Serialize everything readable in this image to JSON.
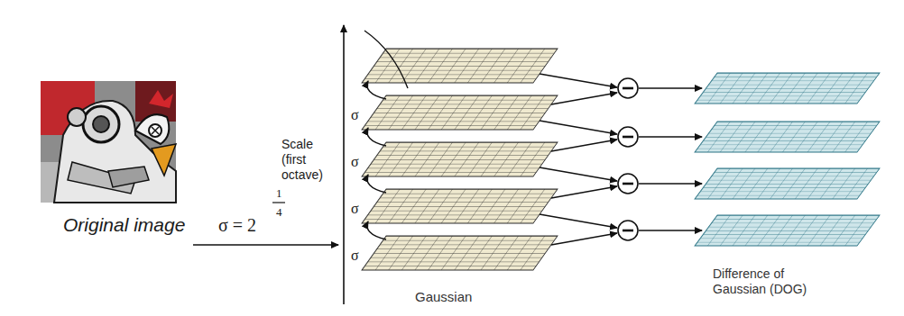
{
  "diagram": {
    "labels": [
      "Original image",
      "σ = 2",
      "1",
      "4",
      "Scale (first octave)",
      "σ",
      "σ",
      "σ",
      "σ",
      "Gaussian",
      "Difference of Gaussian (DOG)"
    ]
  }
}
